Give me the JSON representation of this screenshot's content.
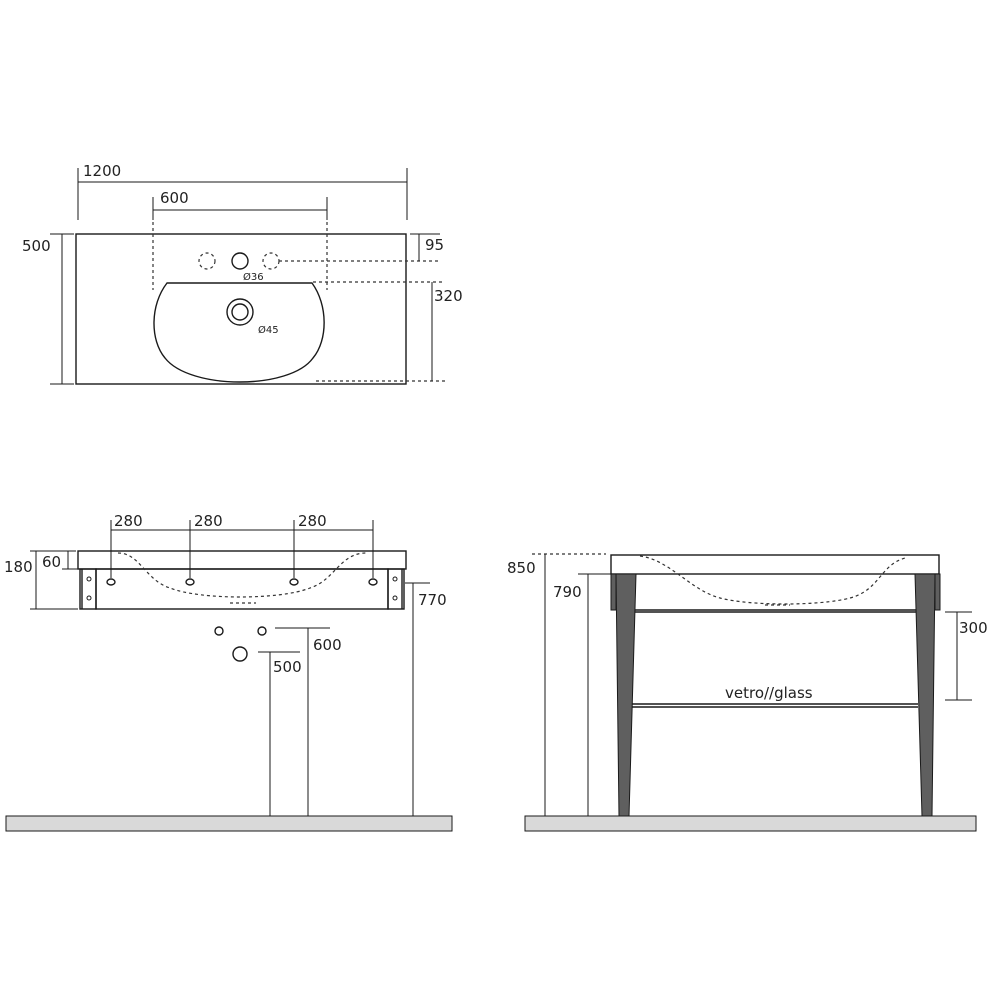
{
  "top_view": {
    "width_label": "1200",
    "inner_width_label": "600",
    "depth_label": "500",
    "tap_offset_label": "95",
    "bowl_depth_label": "320",
    "tap_hole_label": "Ø36",
    "drain_hole_label": "Ø45"
  },
  "front_view": {
    "spacing_labels": [
      "280",
      "280",
      "280"
    ],
    "total_height_label": "180",
    "top_thickness_label": "60",
    "mount_height_label": "770",
    "supply_height_label": "600",
    "drain_height_label": "500"
  },
  "side_view": {
    "overall_height_label": "850",
    "rim_height_label": "790",
    "shelf_gap_label": "300",
    "shelf_material_label": "vetro//glass"
  },
  "colors": {
    "line": "#1a1a1a",
    "floor_fill": "#d9d9d9",
    "leg_fill": "#5f5f5f"
  }
}
